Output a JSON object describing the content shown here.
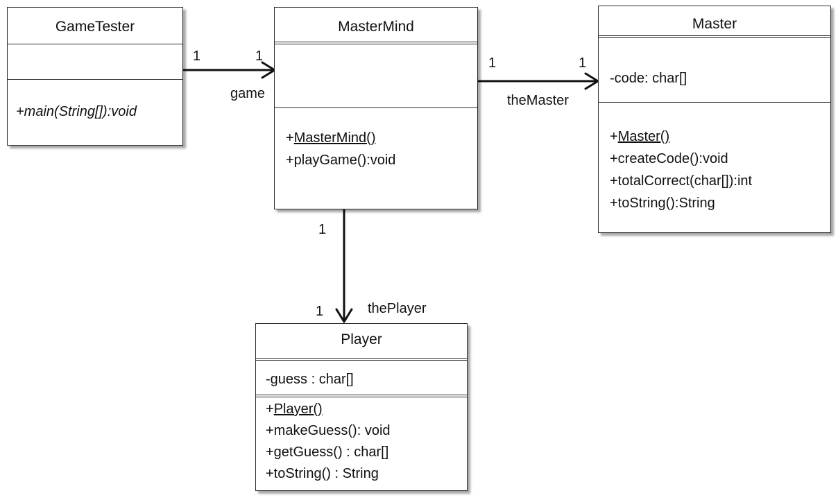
{
  "classes": {
    "game_tester": {
      "name": "GameTester",
      "attributes": [],
      "operations": [
        "+main(String[]):void"
      ]
    },
    "master_mind": {
      "name": "MasterMind",
      "attributes": [],
      "operations": [
        "MasterMind()",
        "+playGame():void"
      ],
      "constructor_prefix": "+"
    },
    "master": {
      "name": "Master",
      "attributes": [
        "-code: char[]"
      ],
      "operations": [
        "Master()",
        "+createCode():void",
        "+totalCorrect(char[]):int",
        "+toString():String"
      ],
      "constructor_prefix": "+"
    },
    "player": {
      "name": "Player",
      "attributes": [
        "-guess : char[]"
      ],
      "operations": [
        "Player()",
        "+makeGuess(): void",
        "+getGuess() : char[]",
        "+toString() : String"
      ],
      "constructor_prefix": "+"
    }
  },
  "associations": {
    "gametester_mastermind": {
      "source_mult": "1",
      "target_mult": "1",
      "role": "game"
    },
    "mastermind_master": {
      "source_mult": "1",
      "target_mult": "1",
      "role": "theMaster"
    },
    "mastermind_player": {
      "source_mult": "1",
      "target_mult": "1",
      "role": "thePlayer"
    }
  }
}
